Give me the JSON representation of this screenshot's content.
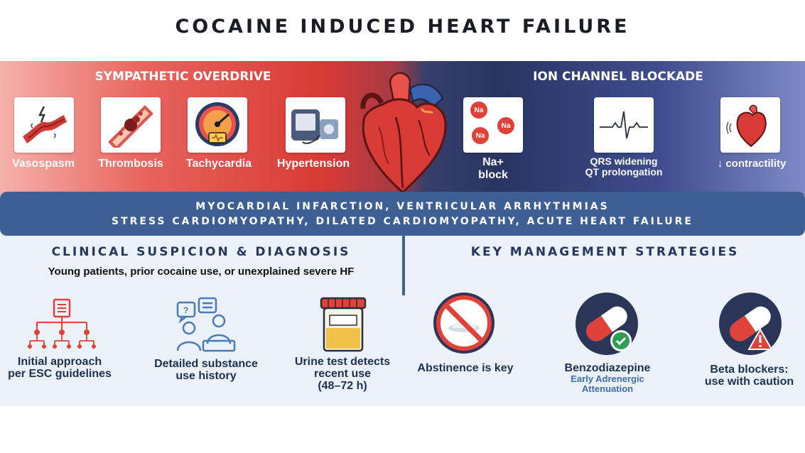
{
  "title": "COCAINE INDUCED HEART FAILURE",
  "sympathetic": {
    "heading": "SYMPATHETIC OVERDRIVE",
    "items": [
      {
        "label": "Vasospasm",
        "icon": "vasospasm-icon"
      },
      {
        "label": "Thrombosis",
        "icon": "thrombosis-icon"
      },
      {
        "label": "Tachycardia",
        "icon": "tachycardia-gauge-icon"
      },
      {
        "label": "Hypertension",
        "icon": "blood-pressure-monitor-icon"
      }
    ]
  },
  "ion_channel": {
    "heading": "ION CHANNEL BLOCKADE",
    "na_text": "Na",
    "items": [
      {
        "label_line1": "Na+",
        "label_line2": "block",
        "icon": "sodium-ions-icon"
      },
      {
        "label_line1": "QRS widening",
        "label_line2": "QT prolongation",
        "icon": "ecg-icon"
      },
      {
        "label_line1": "↓ contractility",
        "icon": "heart-contractility-icon"
      }
    ]
  },
  "outcomes": {
    "line1": "MYOCARDIAL INFARCTION, VENTRICULAR ARRHYTHMIAS",
    "line2": "STRESS CARDIOMYOPATHY, DILATED CARDIOMYOPATHY, ACUTE HEART FAILURE"
  },
  "diagnosis": {
    "heading": "CLINICAL SUSPICION & DIAGNOSIS",
    "subline": "Young patients, prior cocaine use, or unexplained severe HF",
    "items": [
      {
        "line1": "Initial approach",
        "line2": "per ESC guidelines",
        "icon": "flowchart-icon"
      },
      {
        "line1": "Detailed substance",
        "line2": "use history",
        "icon": "consultation-icon"
      },
      {
        "line1": "Urine test detects",
        "line2": "recent use",
        "line3": "(48–72 h)",
        "icon": "urine-sample-icon"
      }
    ]
  },
  "management": {
    "heading": "KEY MANAGEMENT STRATEGIES",
    "items": [
      {
        "line1": "Abstinence is key",
        "icon": "no-cocaine-icon"
      },
      {
        "line1": "Benzodiazepine",
        "sub1": "Early Adrenergic",
        "sub2": "Attenuation",
        "icon": "pill-check-icon"
      },
      {
        "line1": "Beta blockers:",
        "line2": "use with caution",
        "icon": "pill-warning-icon"
      }
    ]
  },
  "colors": {
    "red": "#d83a35",
    "navy": "#293462",
    "bar": "#3d5f94",
    "panel": "#eaf1f8"
  }
}
